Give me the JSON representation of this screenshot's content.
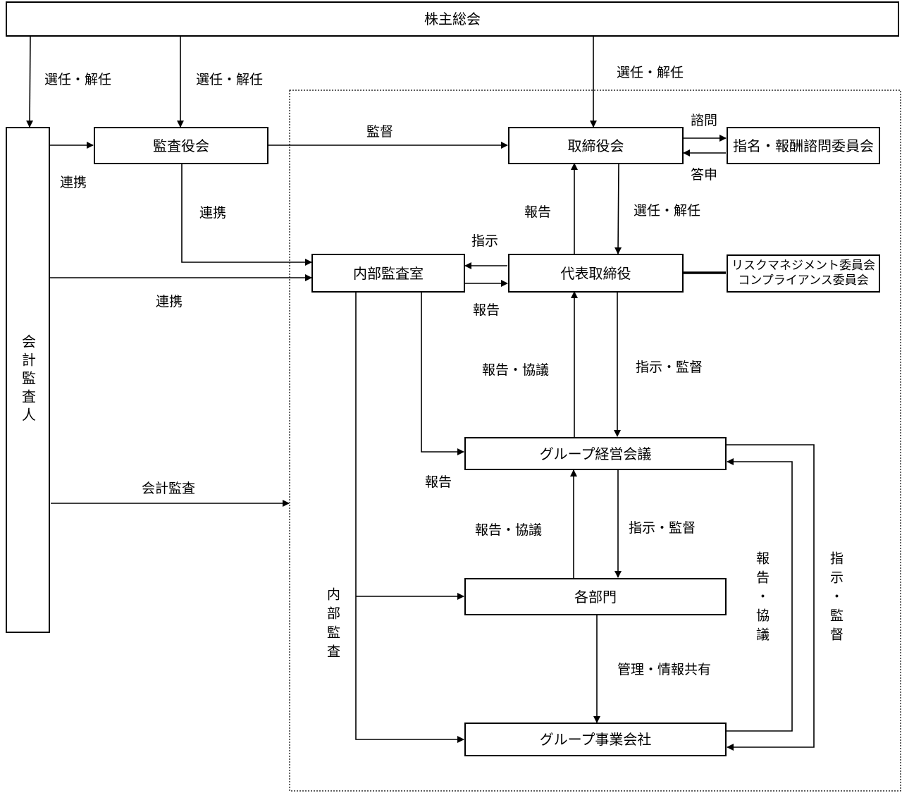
{
  "nodes": {
    "shareholders": "株主総会",
    "auditor": "会計監査人",
    "audit_board": "監査役会",
    "board": "取締役会",
    "nomination_committee": "指名・報酬諮問委員会",
    "internal_audit": "内部監査室",
    "ceo": "代表取締役",
    "risk_committee_line1": "リスクマネジメント委員会",
    "risk_committee_line2": "コンプライアンス委員会",
    "group_mgmt": "グループ経営会議",
    "departments": "各部門",
    "group_companies": "グループ事業会社"
  },
  "labels": {
    "elect1": "選任・解任",
    "elect2": "選任・解任",
    "elect3": "選任・解任",
    "elect4": "選任・解任",
    "supervise": "監督",
    "consult": "諮問",
    "answer": "答申",
    "coop1": "連携",
    "coop2": "連携",
    "coop3": "連携",
    "report_board": "報告",
    "instruct_ia": "指示",
    "report_ia": "報告",
    "report_consult1": "報告・協議",
    "instruct_supervise1": "指示・監督",
    "report_gm": "報告",
    "accounting_audit": "会計監査",
    "report_consult2": "報告・協議",
    "instruct_supervise2": "指示・監督",
    "internal_audit_v": "内部監査",
    "mgmt_info": "管理・情報共有",
    "report_consult_v": "報告・協議",
    "instruct_supervise_v": "指示・監督"
  }
}
